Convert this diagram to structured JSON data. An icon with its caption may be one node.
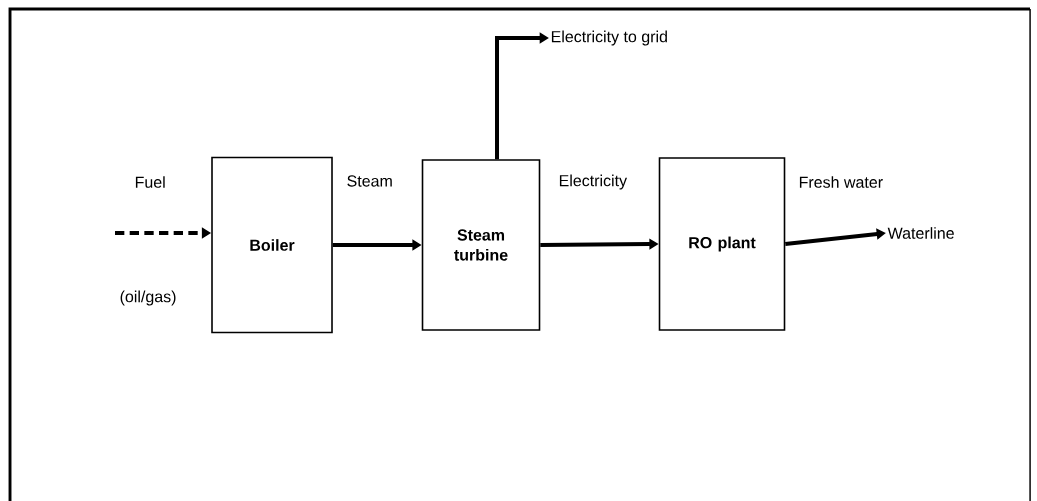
{
  "diagram": {
    "nodes": [
      {
        "text": [
          "Boiler"
        ]
      },
      {
        "text": [
          "Steam turbine"
        ]
      },
      {
        "text": [
          "RO plant"
        ]
      },
      {
        "text": [
          "Electricity to grid"
        ]
      },
      {
        "text": [
          "Waterline"
        ]
      }
    ],
    "edges": [
      {
        "from": null,
        "to": 0,
        "arrow": "to",
        "style": "dashed",
        "label": "Fuel"
      },
      {
        "from": 0,
        "to": 1,
        "arrow": "to",
        "label": "Steam"
      },
      {
        "from": 1,
        "to": 2,
        "arrow": "to",
        "label": "Electricity"
      },
      {
        "from": 1,
        "to": 3,
        "arrow": "to"
      },
      {
        "from": 2,
        "to": 4,
        "arrow": "to",
        "label": "Fresh water"
      }
    ],
    "labels": [
      "(oil/gas)"
    ]
  }
}
